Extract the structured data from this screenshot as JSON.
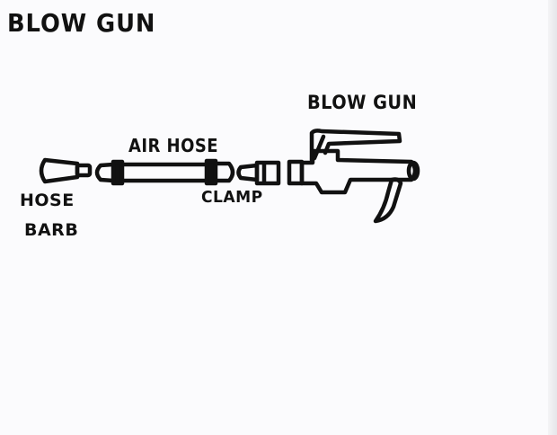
{
  "title": "BLOW GUN",
  "labels": {
    "blow_gun": "BLOW GUN",
    "air_hose": "AIR HOSE",
    "clamp": "CLAMP",
    "hose_barb_line1": "HOSE",
    "hose_barb_line2": "BARB"
  },
  "colors": {
    "paper": "#fbfbfd",
    "ink": "#111111"
  }
}
